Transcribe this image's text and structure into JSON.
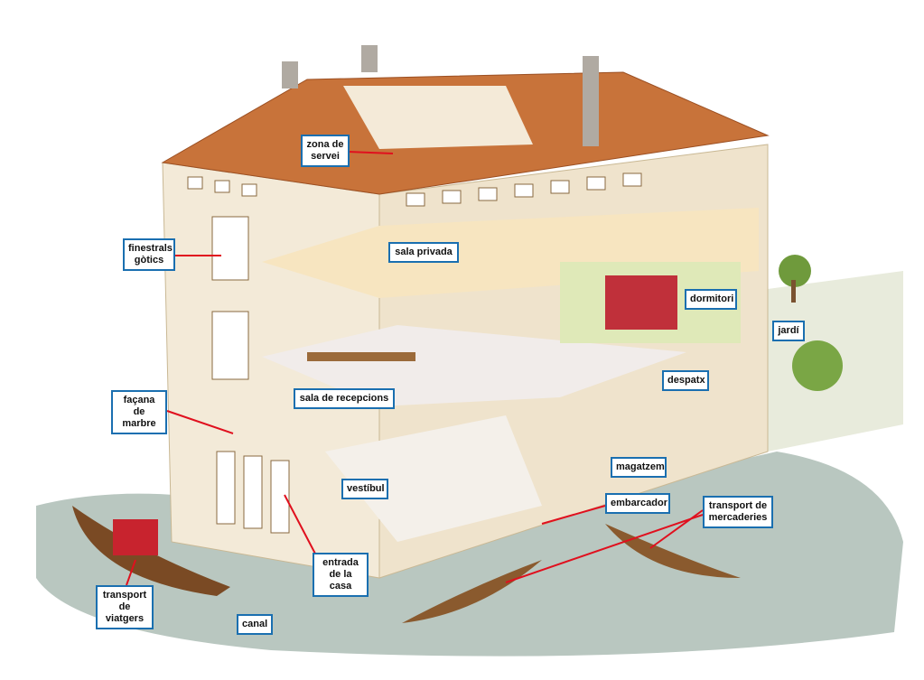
{
  "title": "Casa veneciana",
  "labels": {
    "zona_servei": "zona de\nservei",
    "finestrals": "finestrals\ngòtics",
    "sala_privada": "sala privada",
    "dormitori": "dormitori",
    "jardi": "jardí",
    "despatx": "despatx",
    "facana": "façana\nde marbre",
    "sala_recepcions": "sala de recepcions",
    "vestibul": "vestíbul",
    "magatzem": "magatzem",
    "embarcador": "embarcador",
    "transport_mercaderies": "transport de\nmercaderies",
    "entrada": "entrada\nde la casa",
    "transport_viatgers": "transport\nde viatgers",
    "canal": "canal"
  },
  "colors": {
    "border": "#1a6fb0",
    "leader": "#e0101e",
    "roof": "#c8733a",
    "wall": "#f3ead8",
    "water": "#b9c7c0",
    "floor": "#e9d6b0"
  }
}
